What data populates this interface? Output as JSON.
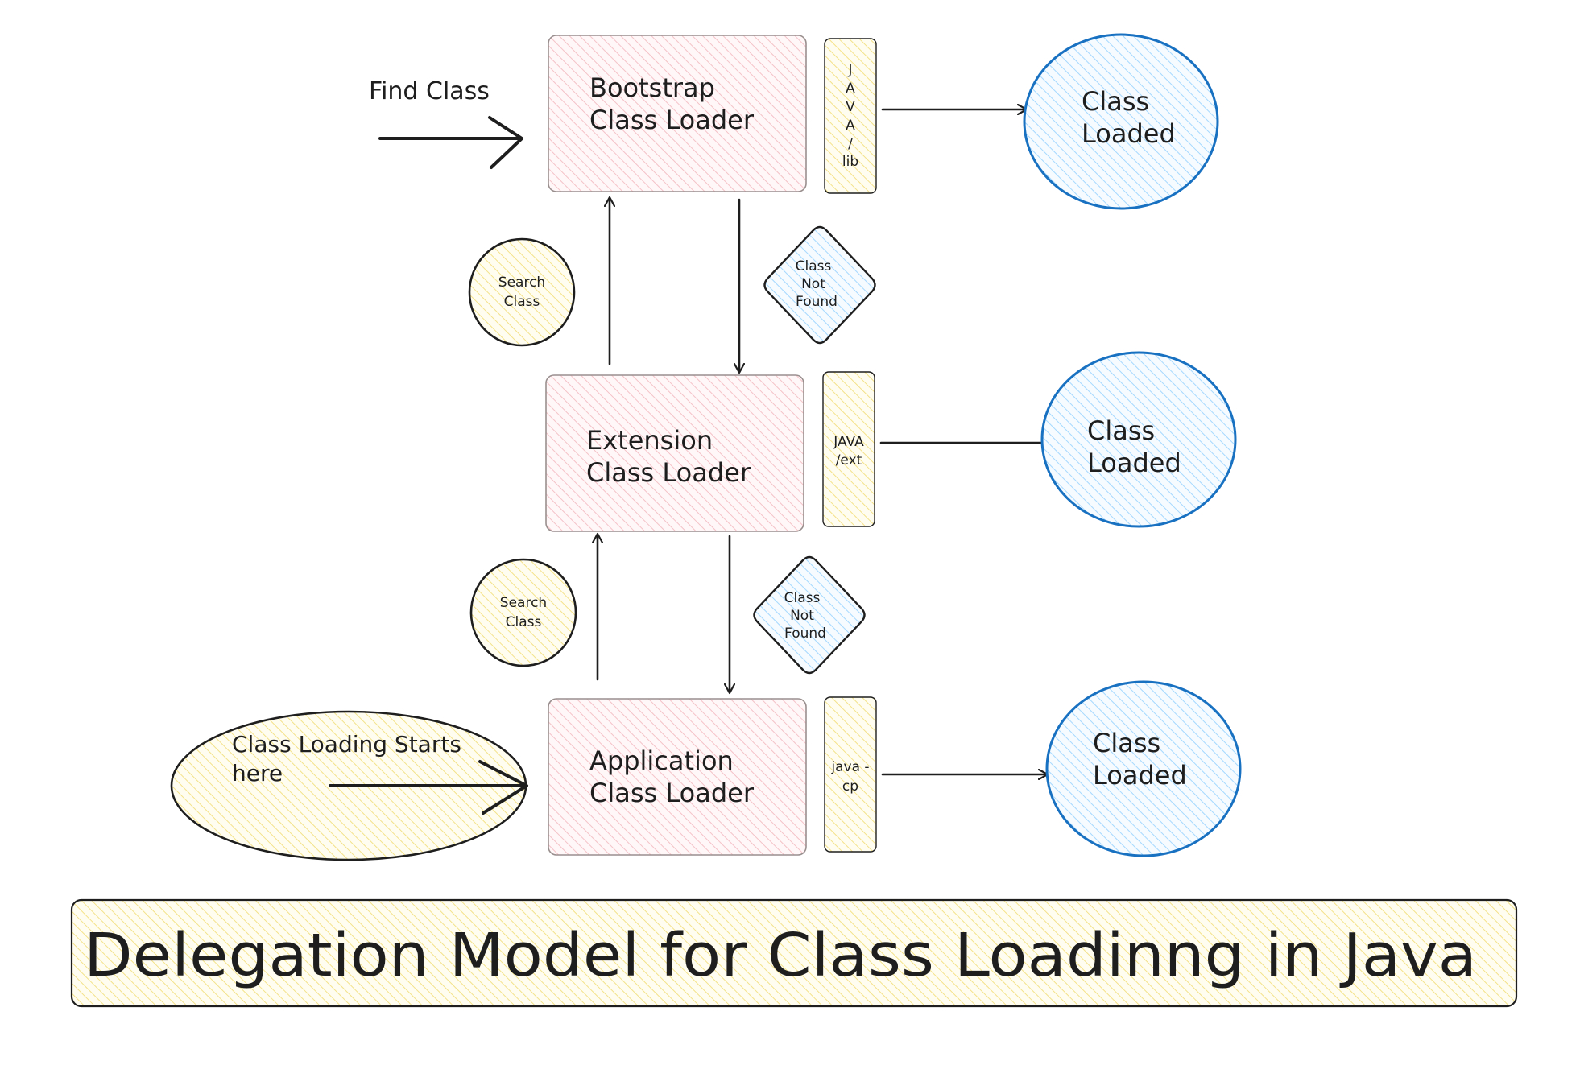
{
  "diagram": {
    "title": "Delegation Model for Class Loadinng in Java",
    "entry_label": "Find Class",
    "start_note": {
      "line1": "Class Loading Starts",
      "line2": "here"
    },
    "loaders": [
      {
        "id": "bootstrap",
        "line1": "Bootstrap",
        "line2": "Class Loader",
        "path_lines": [
          "J",
          "A",
          "V",
          "A",
          "/",
          "lib"
        ],
        "result_line1": "Class",
        "result_line2": "Loaded"
      },
      {
        "id": "extension",
        "line1": "Extension",
        "line2": "Class Loader",
        "path_lines": [
          "JAVA",
          "/ext"
        ],
        "result_line1": "Class",
        "result_line2": "Loaded"
      },
      {
        "id": "application",
        "line1": "Application",
        "line2": "Class Loader",
        "path_lines": [
          "java -",
          "cp"
        ],
        "result_line1": "Class",
        "result_line2": "Loaded"
      }
    ],
    "search_nodes": [
      {
        "line1": "Search",
        "line2": "Class"
      },
      {
        "line1": "Search",
        "line2": "Class"
      }
    ],
    "not_found_nodes": [
      {
        "line1": "Class",
        "line2": "Not",
        "line3": "Found"
      },
      {
        "line1": "Class",
        "line2": "Not",
        "line3": "Found"
      }
    ],
    "colors": {
      "loader_fill": "#ffe3e6",
      "path_fill": "#fff3bf",
      "result_stroke": "#1971c2",
      "result_fill": "#a5d8ff",
      "search_fill": "#fff3bf",
      "title_fill": "#fff3bf"
    }
  }
}
